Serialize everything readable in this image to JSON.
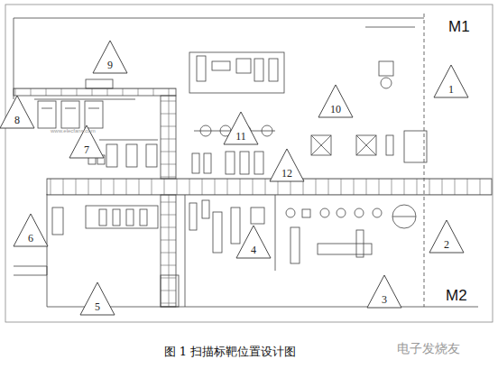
{
  "diagram": {
    "caption": "图 1 扫描标靶位置设计图",
    "nodes": [
      {
        "text": [
          "1"
        ]
      },
      {
        "text": [
          "2"
        ]
      },
      {
        "text": [
          "3"
        ]
      },
      {
        "text": [
          "4"
        ]
      },
      {
        "text": [
          "5"
        ]
      },
      {
        "text": [
          "6"
        ]
      },
      {
        "text": [
          "7"
        ]
      },
      {
        "text": [
          "8"
        ]
      },
      {
        "text": [
          "9"
        ]
      },
      {
        "text": [
          "10"
        ]
      },
      {
        "text": [
          "11"
        ]
      },
      {
        "text": [
          "12"
        ]
      }
    ],
    "labels": [
      "M1",
      "M2",
      "www.elecfans.com",
      "电子发烧友"
    ]
  }
}
